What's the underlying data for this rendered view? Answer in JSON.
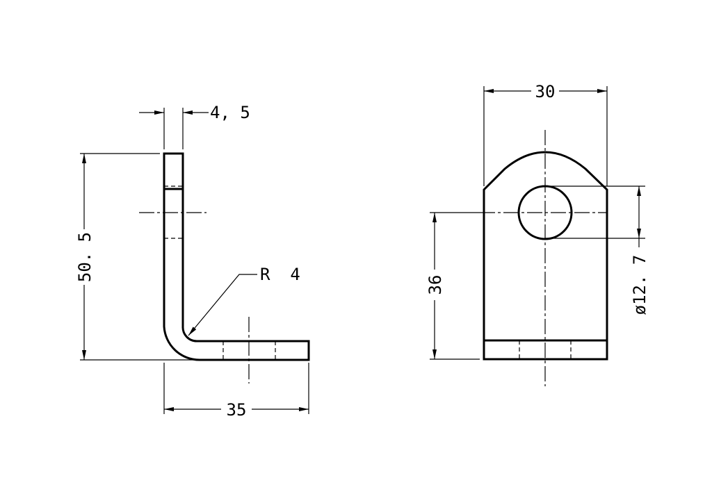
{
  "drawing": {
    "side_view": {
      "thickness_label": "4, 5",
      "height_label": "50. 5",
      "radius_label": "R  4",
      "width_label": "35"
    },
    "front_view": {
      "width_label": "30",
      "hole_height_label": "36",
      "hole_diameter_label": "ø12. 7"
    },
    "colors": {
      "line": "#000000",
      "background": "#ffffff"
    }
  }
}
